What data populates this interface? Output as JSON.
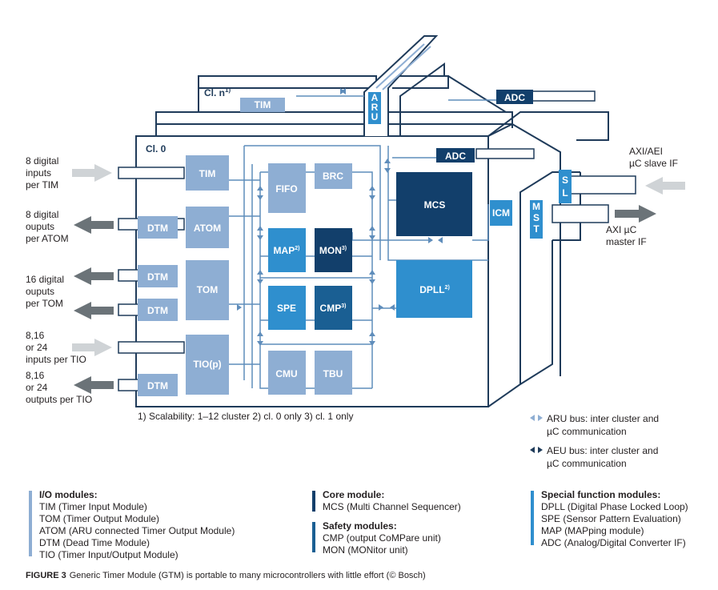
{
  "clusters": {
    "cl0": "Cl. 0",
    "cln": "Cl. n",
    "cln_sup": "1)"
  },
  "blocks": {
    "tim": "TIM",
    "tim_n": "TIM",
    "atom": "ATOM",
    "tom": "TOM",
    "tio": "TIO(p)",
    "dtm": "DTM",
    "fifo": "FIFO",
    "brc": "BRC",
    "map": "MAP",
    "map_sup": "2)",
    "mon": "MON",
    "mon_sup": "3)",
    "spe": "SPE",
    "cmp": "CMP",
    "cmp_sup": "3)",
    "cmu": "CMU",
    "tbu": "TBU",
    "mcs": "MCS",
    "dpll": "DPLL",
    "dpll_sup": "2)",
    "adc": "ADC",
    "icm": "ICM",
    "aru_letters": [
      "A",
      "R",
      "U"
    ],
    "mst_letters": [
      "M",
      "S",
      "T"
    ],
    "sl_letters": [
      "S",
      "L"
    ]
  },
  "left_labels": {
    "tim_inputs": [
      "8 digital",
      "inputs",
      "per TIM"
    ],
    "atom_outputs": [
      "8 digital",
      "ouputs",
      "per ATOM"
    ],
    "tom_outputs": [
      "16 digital",
      "ouputs",
      "per TOM"
    ],
    "tio_inputs": [
      "8,16",
      "or 24",
      "inputs per TIO"
    ],
    "tio_outputs": [
      "8,16",
      "or 24",
      "outputs per TIO"
    ]
  },
  "right_labels": {
    "slave": [
      "AXI/AEI",
      "µC slave IF"
    ],
    "master": [
      "AXI µC",
      "master IF"
    ]
  },
  "footnote": "1) Scalability: 1–12 cluster   2) cl. 0 only   3) cl. 1 only",
  "bus_legend": {
    "aru": [
      "ARU bus: inter cluster and",
      "µC communication"
    ],
    "aeu": [
      "AEU bus: inter cluster and",
      "µC communication"
    ]
  },
  "legend": {
    "io": {
      "title": "I/O modules:",
      "items": [
        "TIM (Timer Input Module)",
        "TOM (Timer Output Module)",
        "ATOM (ARU connected Timer Output Module)",
        "DTM (Dead Time Module)",
        "TIO (Timer Input/Output Module)"
      ]
    },
    "core": {
      "title": "Core module:",
      "items": [
        "MCS (Multi Channel Sequencer)"
      ]
    },
    "safety": {
      "title": "Safety modules:",
      "items": [
        "CMP (output CoMPare unit)",
        "MON (MONitor unit)"
      ]
    },
    "special": {
      "title": "Special function modules:",
      "items": [
        "DPLL (Digital Phase Locked Loop)",
        "SPE (Sensor Pattern Evaluation)",
        "MAP (MAPping module)",
        "ADC (Analog/Digital Converter IF)"
      ]
    }
  },
  "caption": {
    "label": "FIGURE 3",
    "text": "Generic Timer Module (GTM) is portable to many microcontrollers with little effort (© Bosch)"
  },
  "colors": {
    "line": "#1f3b5a",
    "io_block": "#8eaed3",
    "special_block": "#2f8fce",
    "core_block": "#123f6b",
    "safety_block": "#1a5f93",
    "arrow_in": "#cfd3d6",
    "arrow_out": "#6b7378"
  }
}
